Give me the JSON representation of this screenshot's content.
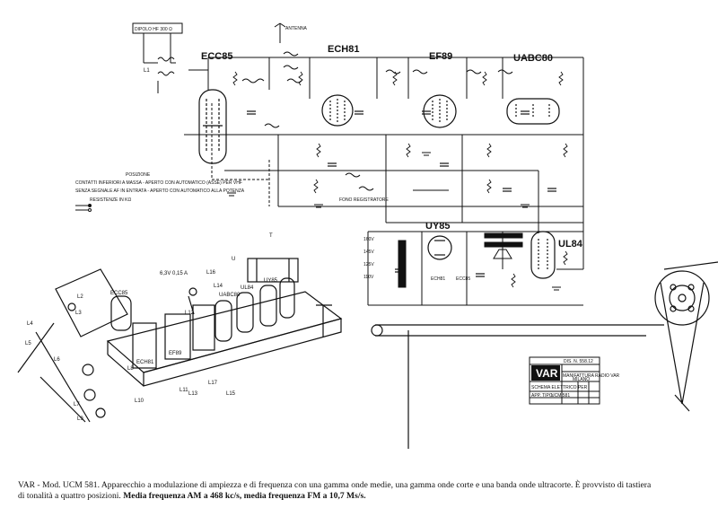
{
  "schematic": {
    "antenna_box": "DIPOLO HF 300 Ω",
    "antenna_label": "ANTENNA",
    "tubes": [
      "ECC85",
      "ECH81",
      "EF89",
      "UABC80",
      "UY85",
      "UL84"
    ],
    "legend": {
      "title": "POSIZIONE",
      "rows": [
        "CONTATTI INFERIORI A MASSA  -  APERTO CON AUTOMATICO (ASSE) PER VHF",
        "SENZA SEGNALE AF IN ENTRATA  -  APERTO CON AUTOMATICO ALLA POTENZA",
        "RESISTENZE IN KΩ"
      ]
    },
    "fono_label": "FONO  REGISTRATORE",
    "power_labels": [
      "160V",
      "145V",
      "125V",
      "110V"
    ],
    "rectifier_labels": [
      "ECH81",
      "ECC85"
    ]
  },
  "chassis": {
    "tubes": [
      "ECC85",
      "UABC80",
      "UL84",
      "UY85",
      "EF89",
      "ECH81"
    ],
    "coil_labels": [
      "L1",
      "L2",
      "L3",
      "L4",
      "L5",
      "L6",
      "L7",
      "L8",
      "L9",
      "L10",
      "L11",
      "L12",
      "L13",
      "L14",
      "L15",
      "L16",
      "L17"
    ],
    "lamp_label": "6,3V 0,15 A",
    "misc_labels": [
      "T",
      "U"
    ]
  },
  "title_block": {
    "logo": "VAR",
    "doc_no": "DIS. N. 558.12",
    "company_line1": "MANIFATTURA RADIO VAR",
    "company_line2": "MILANO",
    "subject": "SCHEMA ELETTRICO PER",
    "model_label": "APP. TIPO",
    "model_value": "UCM 581"
  },
  "caption": {
    "line1": "VAR - Mod. UCM 581. Apparecchio a modulazione di ampiezza e di frequenza con una gamma onde medie, una gamma onde corte e una banda onde ultracorte. È provvisto di tastiera",
    "line2_plain": "di tonalità a quattro posizioni.",
    "line2_bold": "Media frequenza AM a 468 kc/s, media frequenza FM a 10,7 Ms/s."
  }
}
